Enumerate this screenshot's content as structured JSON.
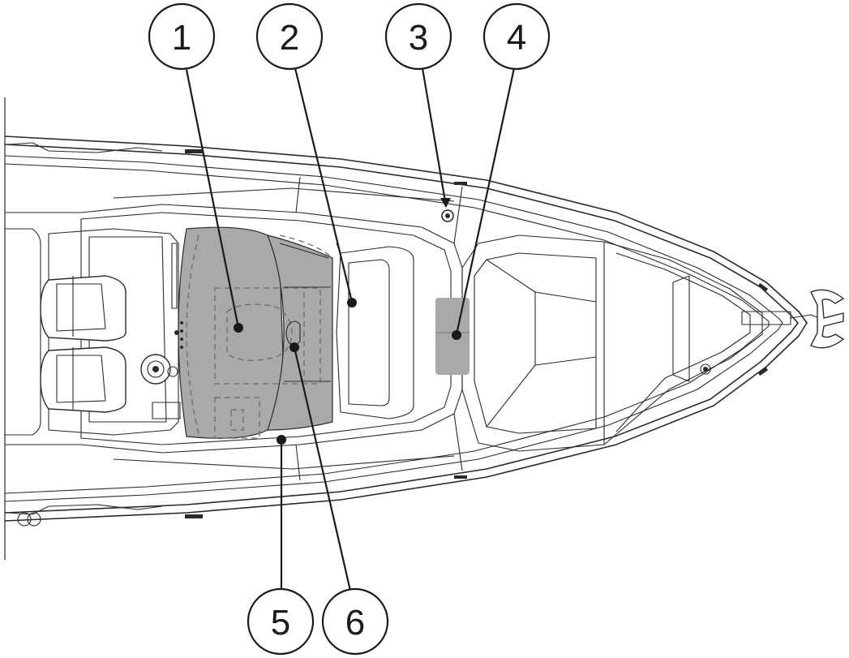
{
  "callouts": [
    {
      "id": 1,
      "label": "1"
    },
    {
      "id": 2,
      "label": "2"
    },
    {
      "id": 3,
      "label": "3"
    },
    {
      "id": 4,
      "label": "4"
    },
    {
      "id": 5,
      "label": "5"
    },
    {
      "id": 6,
      "label": "6"
    }
  ],
  "colors": {
    "line": "#2a2a2a",
    "highlight": "#a9a9a9",
    "background": "#ffffff"
  }
}
